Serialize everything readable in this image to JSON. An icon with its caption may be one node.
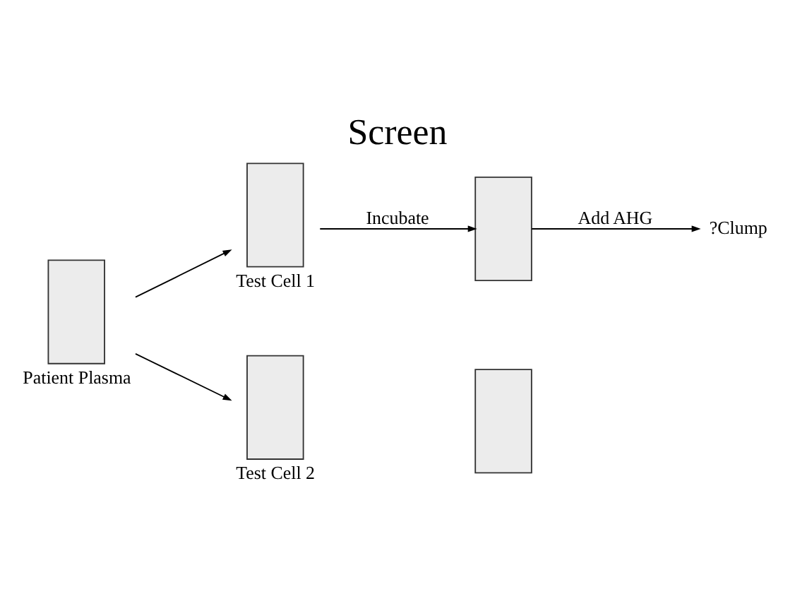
{
  "diagram": {
    "title": "Screen",
    "nodes": [
      {
        "text": [],
        "shape": "box",
        "beside": [
          "Patient Plasma"
        ]
      },
      {
        "text": [],
        "shape": "box",
        "beside": [
          "Test Cell 1"
        ]
      },
      {
        "text": [],
        "shape": "box",
        "beside": [
          "Test Cell 2"
        ]
      },
      {
        "text": [],
        "shape": "box"
      },
      {
        "text": [],
        "shape": "box"
      },
      {
        "text": [
          "?Clump"
        ]
      }
    ],
    "edges": [
      {
        "from": 0,
        "to": 1,
        "arrow": "to"
      },
      {
        "from": 0,
        "to": 2,
        "arrow": "to"
      },
      {
        "from": 1,
        "to": 3,
        "arrow": "to",
        "label": "Incubate"
      },
      {
        "from": 3,
        "to": 5,
        "arrow": "to",
        "label": "Add AHG"
      }
    ]
  }
}
